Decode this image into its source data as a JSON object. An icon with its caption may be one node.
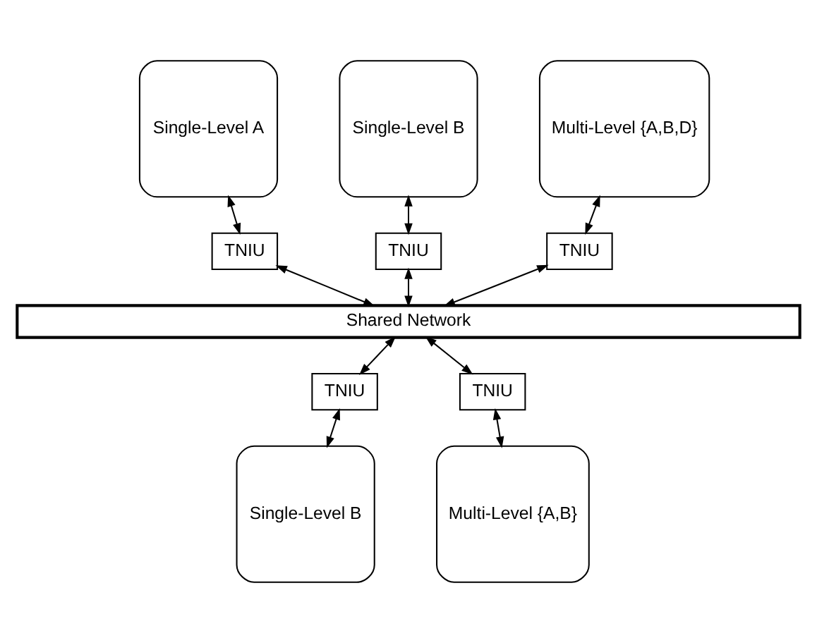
{
  "diagram": {
    "nodes": [
      {
        "text": [
          "Single-Level A"
        ]
      },
      {
        "text": [
          "Single-Level B"
        ]
      },
      {
        "text": [
          "Multi-Level {A,B,D}"
        ]
      },
      {
        "text": [
          "TNIU"
        ]
      },
      {
        "text": [
          "TNIU"
        ]
      },
      {
        "text": [
          "TNIU"
        ]
      },
      {
        "text": [
          "Shared Network"
        ]
      },
      {
        "text": [
          "TNIU"
        ]
      },
      {
        "text": [
          "TNIU"
        ]
      },
      {
        "text": [
          "Single-Level B"
        ]
      },
      {
        "text": [
          "Multi-Level {A,B}"
        ]
      }
    ],
    "edges": [
      {
        "from": 0,
        "to": 3,
        "arrow": "both"
      },
      {
        "from": 1,
        "to": 4,
        "arrow": "both"
      },
      {
        "from": 2,
        "to": 5,
        "arrow": "both"
      },
      {
        "from": 3,
        "to": 6,
        "arrow": "both"
      },
      {
        "from": 4,
        "to": 6,
        "arrow": "both"
      },
      {
        "from": 5,
        "to": 6,
        "arrow": "both"
      },
      {
        "from": 6,
        "to": 7,
        "arrow": "both"
      },
      {
        "from": 6,
        "to": 8,
        "arrow": "both"
      },
      {
        "from": 7,
        "to": 9,
        "arrow": "both"
      },
      {
        "from": 8,
        "to": 10,
        "arrow": "both"
      }
    ]
  }
}
